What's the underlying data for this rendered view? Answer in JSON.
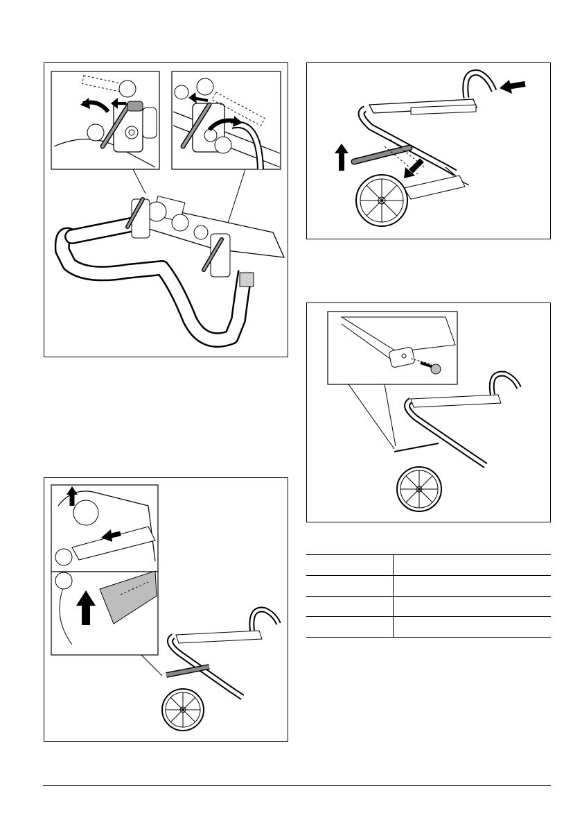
{
  "figures": [
    {
      "id": "handle-lock-levers",
      "callouts": [
        "",
        "",
        ""
      ]
    },
    {
      "id": "fold-handle-frame"
    },
    {
      "id": "axle-release",
      "callouts": [
        "",
        ""
      ]
    },
    {
      "id": "detach-pin"
    }
  ],
  "spec_table": {
    "rows": [
      [
        "",
        ""
      ],
      [
        "",
        ""
      ],
      [
        "",
        ""
      ],
      [
        "",
        ""
      ]
    ]
  },
  "colors": {
    "line": "#000000",
    "shade": "#c8c8c8",
    "dark": "#666666"
  }
}
